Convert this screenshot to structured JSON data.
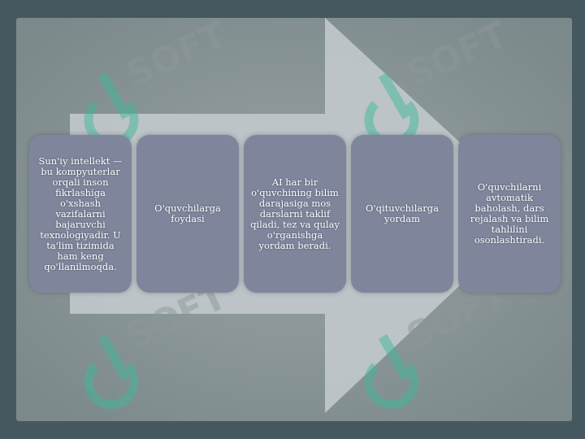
{
  "boxes": [
    {
      "text": "Sun'iy intellekt — bu kompyuterlar orqali inson fikrlashiga o'xshash vazifalarni bajaruvchi texnologiyadir. U ta'lim tizimida ham keng qo'llanilmoqda."
    },
    {
      "text": "O'quvchilarga foydasi"
    },
    {
      "text": "AI har bir o'quvchining bilim darajasiga mos darslarni taklif qiladi, tez va qulay o'rganishga yordam beradi."
    },
    {
      "text": "O'qituvchilarga yordam"
    },
    {
      "text": "O'quvchilarni avtomatik baholash, dars rejalash va bilim tahlilini osonlashtiradi."
    }
  ],
  "watermark": {
    "text": "SOFT"
  },
  "colors": {
    "background": "#4a5e66",
    "panel": "#8a9697",
    "arrow": "#c0c8cb",
    "box": "#7f869c",
    "watermark": "#3fb89a"
  }
}
